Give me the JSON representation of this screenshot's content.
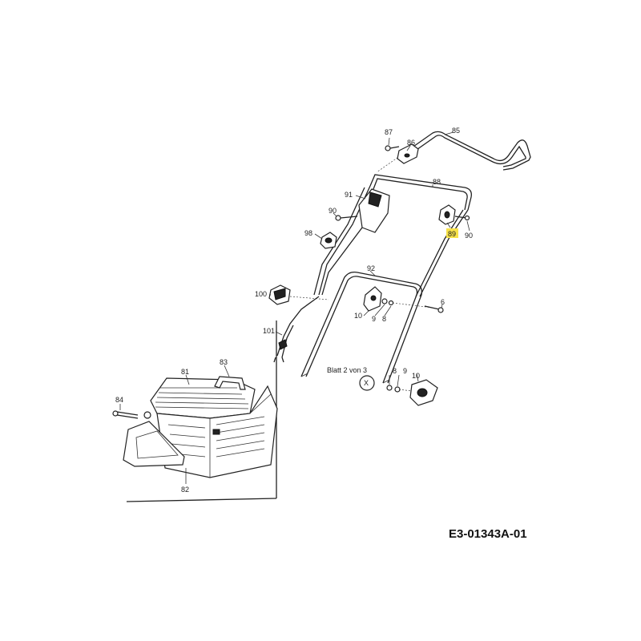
{
  "drawing_code": "E3-01343A-01",
  "sheet_reference": "Blatt 2 von 3",
  "sheet_symbol": "X",
  "highlight_color": "#f7e24a",
  "parts": {
    "p85": "85",
    "p87": "87",
    "p86": "86",
    "p88": "88",
    "p91": "91",
    "p90a": "90",
    "p89": "89",
    "p90b": "90",
    "p98": "98",
    "p92": "92",
    "p100": "100",
    "p101": "101",
    "p6": "6",
    "p10a": "10",
    "p9a": "9",
    "p8a": "8",
    "p8b": "8",
    "p9b": "9",
    "p10b": "10",
    "p83": "83",
    "p81": "81",
    "p84": "84",
    "p82": "82"
  }
}
